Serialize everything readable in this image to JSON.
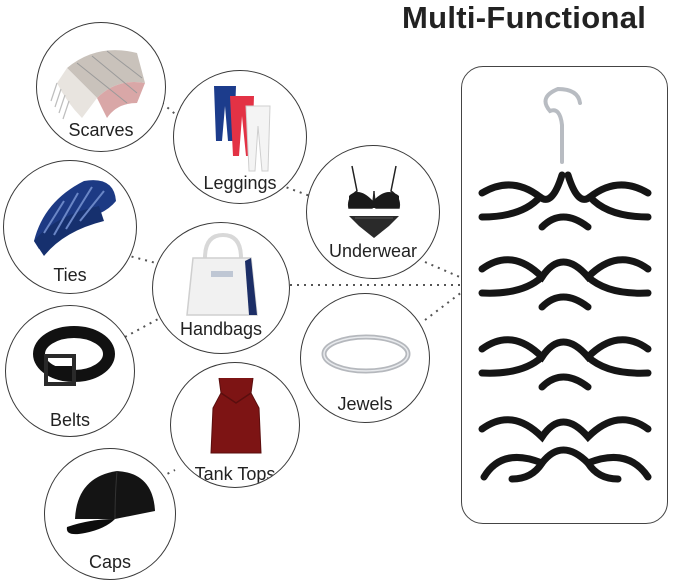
{
  "title": "Multi-Functional",
  "colors": {
    "hanger": "#151515",
    "hook": "#b8bcc2",
    "outline": "#3a3a3a",
    "dots": "#555555"
  },
  "items": [
    {
      "id": "scarves",
      "label": "Scarves",
      "icon": "scarf-icon"
    },
    {
      "id": "leggings",
      "label": "Leggings",
      "icon": "leggings-icon"
    },
    {
      "id": "underwear",
      "label": "Underwear",
      "icon": "lingerie-icon"
    },
    {
      "id": "ties",
      "label": "Ties",
      "icon": "tie-icon"
    },
    {
      "id": "handbags",
      "label": "Handbags",
      "icon": "handbag-icon"
    },
    {
      "id": "jewels",
      "label": "Jewels",
      "icon": "bangle-icon"
    },
    {
      "id": "belts",
      "label": "Belts",
      "icon": "belt-icon"
    },
    {
      "id": "tanktops",
      "label": "Tank Tops",
      "icon": "tank-top-icon"
    },
    {
      "id": "caps",
      "label": "Caps",
      "icon": "cap-icon"
    }
  ],
  "product": {
    "icon": "hanger-icon"
  }
}
